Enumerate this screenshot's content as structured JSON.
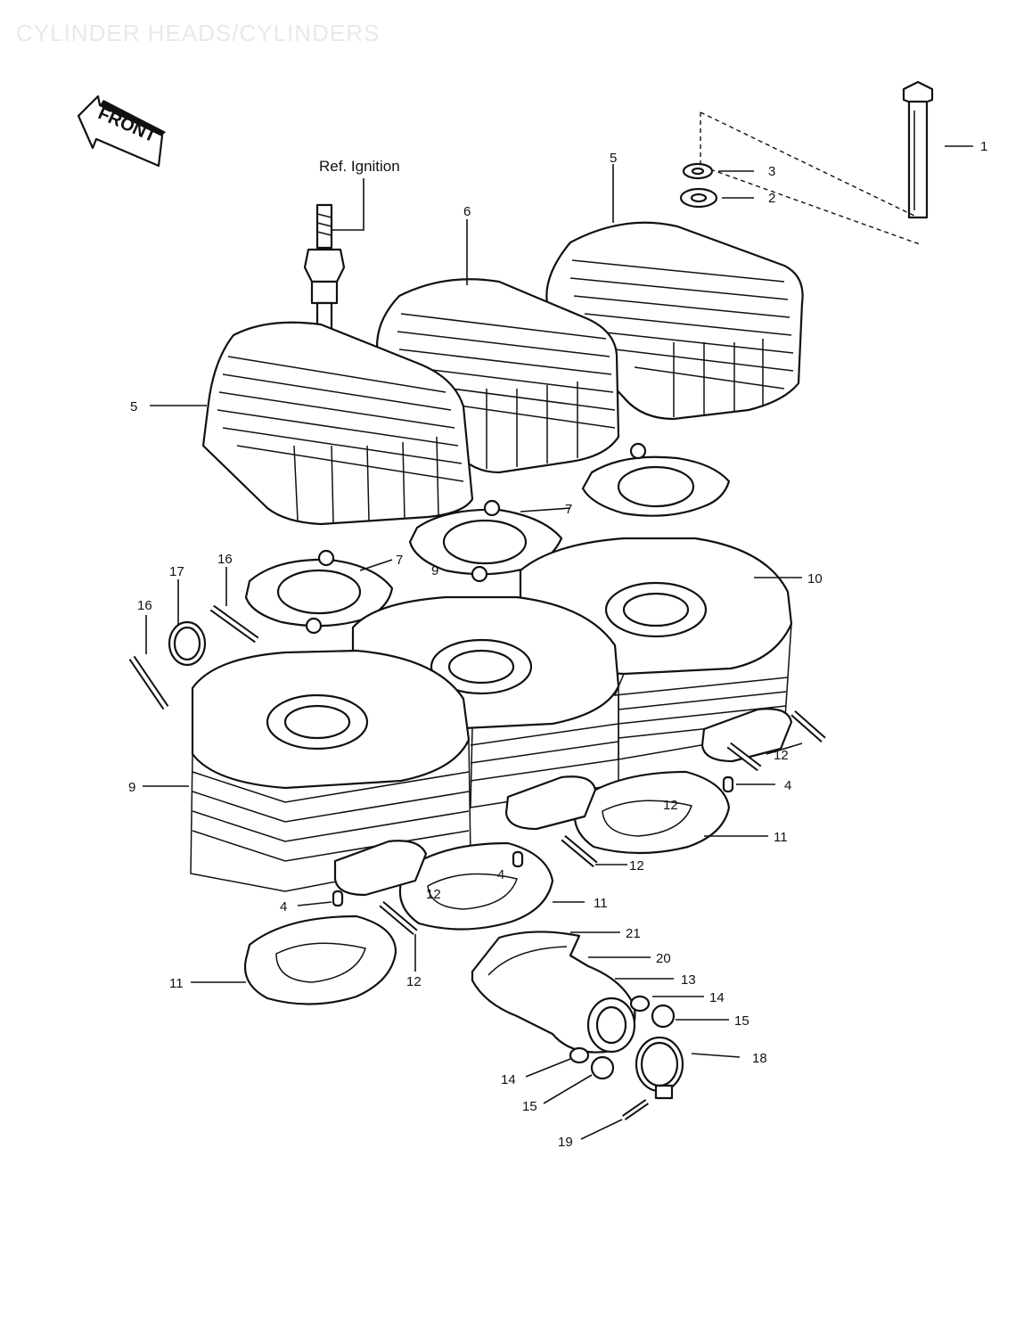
{
  "page": {
    "title": "CYLINDER HEADS/CYLINDERS"
  },
  "badges": {
    "front": "FRONT"
  },
  "notes": {
    "ref_ignition": "Ref. Ignition"
  },
  "colors": {
    "ink": "#111111",
    "paper": "#ffffff",
    "title_watermark": "#e9e9e9"
  },
  "callouts": {
    "c1": "1",
    "c2": "2",
    "c3": "3",
    "c4a": "4",
    "c4b": "4",
    "c4c": "4",
    "c5a": "5",
    "c5b": "5",
    "c6": "6",
    "c7a": "7",
    "c7b": "7",
    "c9a": "9",
    "c9b": "9",
    "c10": "10",
    "c11a": "11",
    "c11b": "11",
    "c11c": "11",
    "c12a": "12",
    "c12b": "12",
    "c12c": "12",
    "c12d": "12",
    "c12e": "12",
    "c13": "13",
    "c14a": "14",
    "c14b": "14",
    "c15a": "15",
    "c15b": "15",
    "c16a": "16",
    "c16b": "16",
    "c17": "17",
    "c18": "18",
    "c19": "19",
    "c20": "20",
    "c21": "21"
  }
}
